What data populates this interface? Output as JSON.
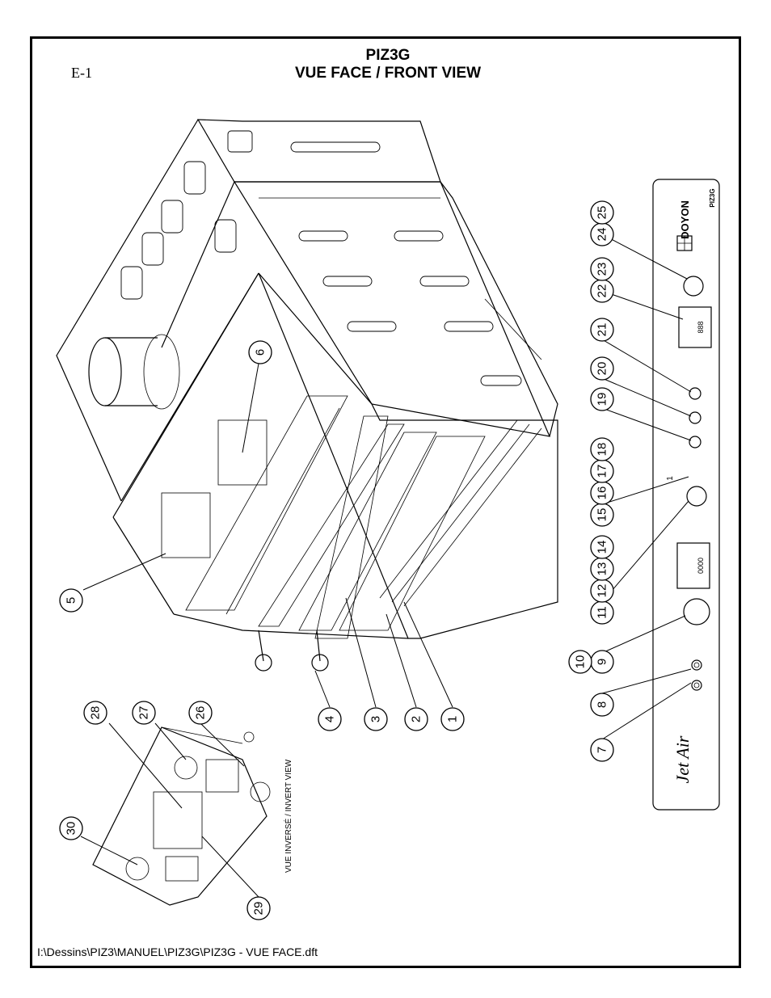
{
  "sheet": {
    "id": "E-1"
  },
  "title": {
    "line1": "PIZ3G",
    "line2": "VUE FACE / FRONT VIEW"
  },
  "footer": {
    "file_path": "I:\\Dessins\\PIZ3\\MANUEL\\PIZ3G\\PIZ3G - VUE FACE.dft"
  },
  "panel": {
    "brand": "DOYON",
    "model": "PIZ3G",
    "product_name": "Jet Air",
    "display_readout": "888",
    "timer_readout": "0000",
    "switch_position": "1"
  },
  "invert_view_label": "VUE INVERSÉ / INVERT VIEW",
  "callouts": [
    "1",
    "2",
    "3",
    "4",
    "5",
    "6",
    "7",
    "8",
    "9",
    "10",
    "11",
    "12",
    "13",
    "14",
    "15",
    "16",
    "17",
    "18",
    "19",
    "20",
    "21",
    "22",
    "23",
    "24",
    "25",
    "26",
    "27",
    "28",
    "29",
    "30"
  ]
}
